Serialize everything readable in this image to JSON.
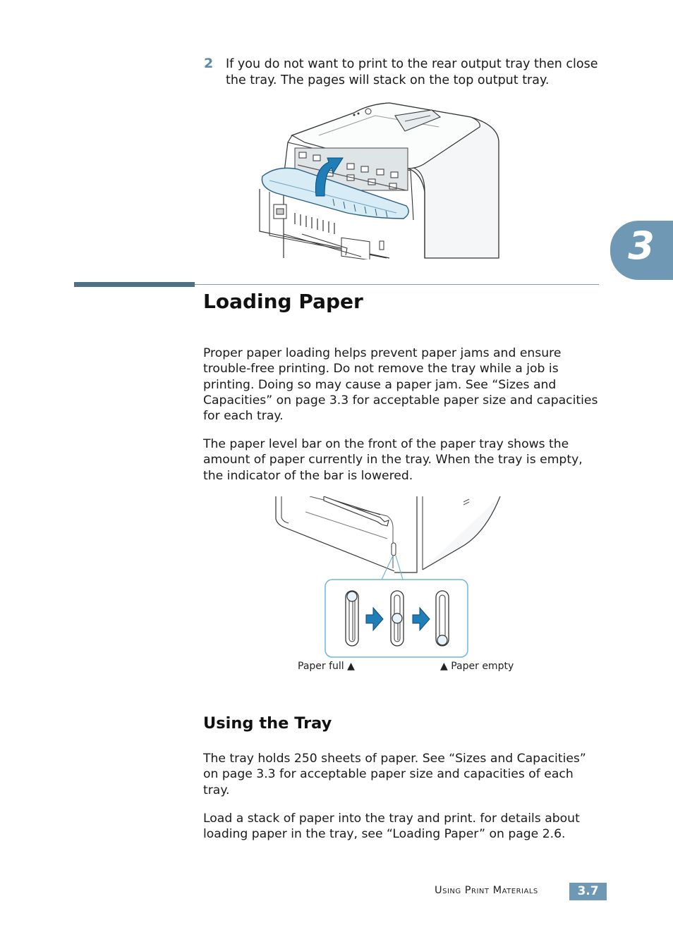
{
  "step": {
    "number": "2",
    "text": "If you do not want to print to the rear output tray then close the tray. The pages will stack on the top output tray."
  },
  "chapter_tab": "3",
  "section": {
    "title": "Loading Paper",
    "paragraphs": [
      "Proper paper loading helps prevent paper jams and ensure trouble-free printing. Do not remove the tray while a job is printing. Doing so may cause a paper jam. See “Sizes and Capacities” on page 3.3 for acceptable paper size and capacities for each tray.",
      "The paper level bar on the front of the paper tray shows the amount of paper currently in the tray. When the tray is empty, the indicator of the bar is lowered."
    ]
  },
  "figure_paper_level": {
    "caption_full": "Paper full ▲",
    "caption_empty": "▲ Paper empty",
    "levels": [
      1.0,
      0.5,
      0.0
    ]
  },
  "subsection": {
    "title": "Using the Tray",
    "paragraphs": [
      "The tray holds 250 sheets of paper. See “Sizes and Capacities” on page 3.3 for acceptable paper size and capacities of each tray.",
      "Load a stack of paper into the tray and print. for details about loading paper in the tray, see “Loading Paper” on page 2.6."
    ]
  },
  "footer": {
    "text": "Using Print Materials",
    "page_number": "3.7"
  },
  "colors": {
    "accent": "#6f98b4",
    "rule_dark": "#4f7188",
    "arrow_blue": "#1f7db8"
  }
}
